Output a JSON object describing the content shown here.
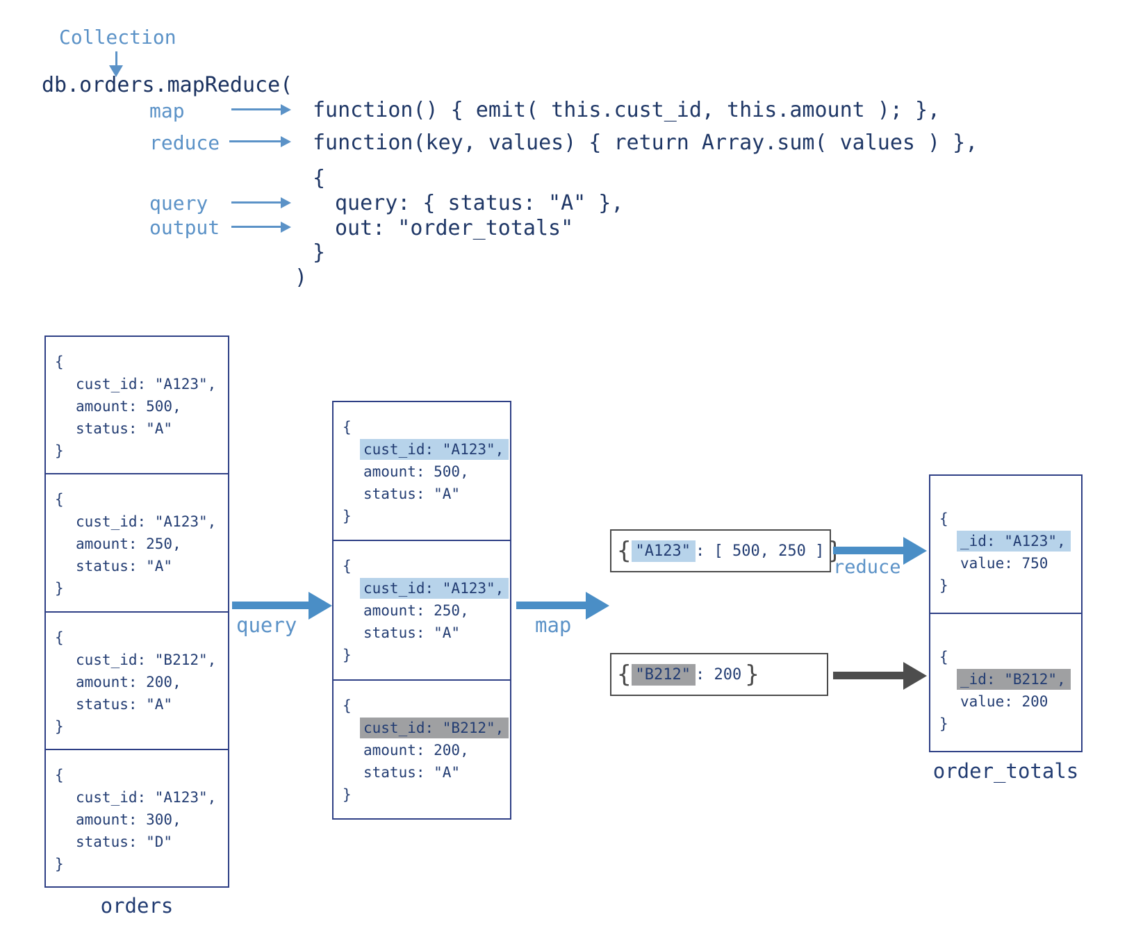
{
  "colors": {
    "label_blue": "#5b92c7",
    "code_navy": "#1f3766",
    "box_border_navy": "#2e3f85",
    "kv_border_gray": "#4a4a4a",
    "highlight_blue": "#b7d3ea",
    "highlight_gray": "#9fa0a2",
    "flow_arrow_blue": "#4a8ec6",
    "flow_arrow_dark": "#4d4d4d"
  },
  "labels": {
    "collection": "Collection",
    "map_param": "map",
    "reduce_param": "reduce",
    "query_param": "query",
    "output_param": "output",
    "query_flow": "query",
    "map_flow": "map",
    "reduce_flow": "reduce",
    "orders_box": "orders",
    "order_totals_box": "order_totals"
  },
  "code": {
    "header": "db.orders.mapReduce(",
    "map_fn": "function() { emit( this.cust_id, this.amount ); },",
    "reduce_fn": "function(key, values) { return Array.sum( values ) },",
    "options_open": "{",
    "query_line": "query: { status: \"A\" },",
    "out_line": "out: \"order_totals\"",
    "options_close": "}",
    "call_close": ")"
  },
  "orders_docs": [
    {
      "open": "{",
      "cust": "cust_id: \"A123\",",
      "amount": "amount: 500,",
      "status": "status: \"A\"",
      "close": "}"
    },
    {
      "open": "{",
      "cust": "cust_id: \"A123\",",
      "amount": "amount: 250,",
      "status": "status: \"A\"",
      "close": "}"
    },
    {
      "open": "{",
      "cust": "cust_id: \"B212\",",
      "amount": "amount: 200,",
      "status": "status: \"A\"",
      "close": "}"
    },
    {
      "open": "{",
      "cust": "cust_id: \"A123\",",
      "amount": "amount: 300,",
      "status": "status: \"D\"",
      "close": "}"
    }
  ],
  "filtered_docs": [
    {
      "open": "{",
      "cust": "cust_id: \"A123\",",
      "amount": "amount: 500,",
      "status": "status: \"A\"",
      "close": "}",
      "highlight": "blue"
    },
    {
      "open": "{",
      "cust": "cust_id: \"A123\",",
      "amount": "amount: 250,",
      "status": "status: \"A\"",
      "close": "}",
      "highlight": "blue"
    },
    {
      "open": "{",
      "cust": "cust_id: \"B212\",",
      "amount": "amount: 200,",
      "status": "status: \"A\"",
      "close": "}",
      "highlight": "gray"
    }
  ],
  "mapped_pairs": [
    {
      "open": "{",
      "key": "\"A123\"",
      "rest": ": [ 500, 250 ]",
      "close": "}",
      "highlight": "blue"
    },
    {
      "open": "{",
      "key": "\"B212\"",
      "rest": ": 200",
      "close": "}",
      "highlight": "gray"
    }
  ],
  "output_docs": [
    {
      "open": "{",
      "id": "_id: \"A123\",",
      "value": "value: 750",
      "close": "}",
      "highlight": "blue"
    },
    {
      "open": "{",
      "id": "_id: \"B212\",",
      "value": "value: 200",
      "close": "}",
      "highlight": "gray"
    }
  ]
}
